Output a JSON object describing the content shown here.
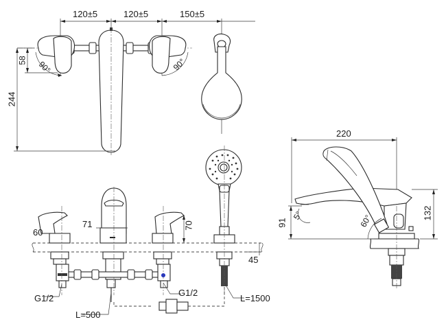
{
  "drawing": {
    "subject": "Deck-mounted bath faucet set with hand shower",
    "top_view": {
      "dimensions": {
        "spacing_left": "120±5",
        "spacing_right": "120±5",
        "shower_offset": "150±5",
        "handle_depth": "58",
        "overall_depth": "244",
        "handle_angle_left": "90°",
        "handle_angle_right": "90°"
      }
    },
    "front_view": {
      "dimensions": {
        "handle_height": "60",
        "spout_body_height": "71",
        "right_handle_height": "70",
        "deck_thickness": "45"
      },
      "connections": {
        "inlet_left": "G1/2",
        "inlet_right": "G1/2",
        "hose_spout": "L=500",
        "hose_shower": "L=1500"
      }
    },
    "side_view": {
      "dimensions": {
        "overall_length": "220",
        "spout_height": "91",
        "overall_height": "132",
        "spout_tilt": "5°",
        "shower_angle": "60°"
      }
    },
    "colors": {
      "line": "#2a2a2a",
      "background": "#ffffff",
      "hot_cold_marker": "#2233cc"
    }
  }
}
